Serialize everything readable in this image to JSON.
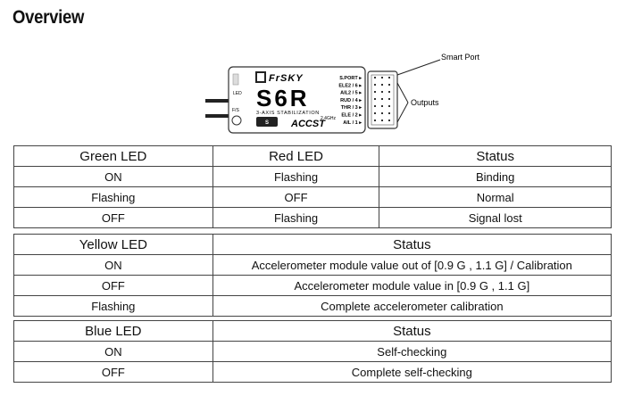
{
  "title": "Overview",
  "device": {
    "brand": "FrSKY",
    "model": "S6R",
    "subtitle": "3-AXIS STABILIZATION",
    "led_label": "LED",
    "fs_label": "F/S",
    "protocol": "ACCST",
    "freq": "2.4GHz",
    "port_labels": [
      "S.PORT ▸",
      "ELE2 / 6 ▸",
      "AIL2 / 5 ▸",
      "RUD / 4 ▸",
      "THR / 3 ▸",
      "ELE / 2 ▸",
      "AIL / 1 ▸"
    ],
    "smart_port": "Smart Port",
    "outputs": "Outputs"
  },
  "table1": {
    "headers": [
      "Green LED",
      "Red LED",
      "Status"
    ],
    "rows": [
      [
        "ON",
        "Flashing",
        "Binding"
      ],
      [
        "Flashing",
        "OFF",
        "Normal"
      ],
      [
        "OFF",
        "Flashing",
        "Signal lost"
      ]
    ]
  },
  "table2": {
    "headers": [
      "Yellow LED",
      "Status"
    ],
    "rows": [
      [
        "ON",
        "Accelerometer module value out of [0.9 G , 1.1 G] / Calibration"
      ],
      [
        "OFF",
        "Accelerometer module value in [0.9 G , 1.1 G]"
      ],
      [
        "Flashing",
        "Complete accelerometer calibration"
      ]
    ]
  },
  "table3": {
    "headers": [
      "Blue LED",
      "Status"
    ],
    "rows": [
      [
        "ON",
        "Self-checking"
      ],
      [
        "OFF",
        "Complete self-checking"
      ]
    ]
  }
}
